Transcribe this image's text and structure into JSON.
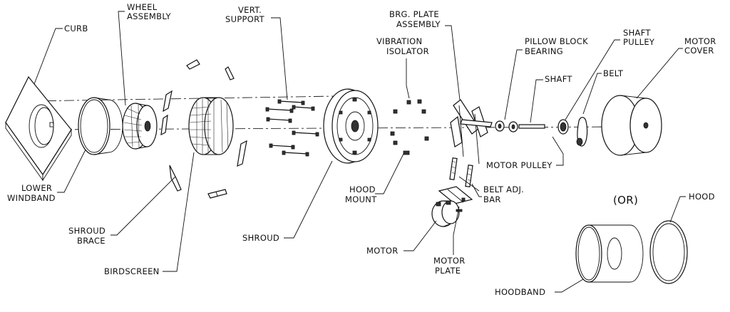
{
  "labels": {
    "curb": "CURB",
    "wheel_1": "WHEEL",
    "wheel_2": "ASSEMBLY",
    "vert_1": "VERT.",
    "vert_2": "SUPPORT",
    "vib_1": "VIBRATION",
    "vib_2": "ISOLATOR",
    "brg_1": "BRG. PLATE",
    "brg_2": "ASSEMBLY",
    "pillow_1": "PILLOW BLOCK",
    "pillow_2": "BEARING",
    "shaft_pulley_1": "SHAFT",
    "shaft_pulley_2": "PULLEY",
    "motor_cover_1": "MOTOR",
    "motor_cover_2": "COVER",
    "shaft": "SHAFT",
    "belt": "BELT",
    "motor_pulley": "MOTOR PULLEY",
    "lower_windband_1": "LOWER",
    "lower_windband_2": "WINDBAND",
    "shroud_brace_1": "SHROUD",
    "shroud_brace_2": "BRACE",
    "birdscreen": "BIRDSCREEN",
    "shroud": "SHROUD",
    "hood_mount_1": "HOOD",
    "hood_mount_2": "MOUNT",
    "belt_adj_1": "BELT ADJ.",
    "belt_adj_2": "BAR",
    "motor": "MOTOR",
    "motor_plate_1": "MOTOR",
    "motor_plate_2": "PLATE",
    "or": "(OR)",
    "hood": "HOOD",
    "hoodband": "HOODBAND"
  }
}
